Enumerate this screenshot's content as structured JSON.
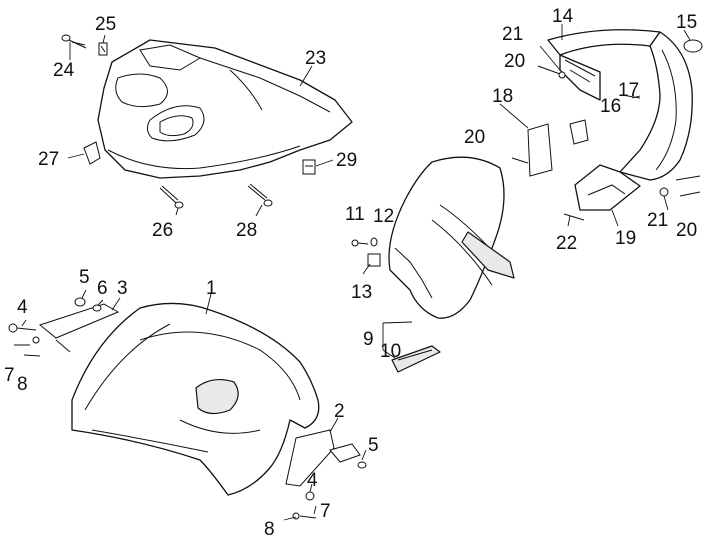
{
  "labels": {
    "n1": "1",
    "n2": "2",
    "n3": "3",
    "n4a": "4",
    "n4b": "4",
    "n5a": "5",
    "n5b": "5",
    "n6": "6",
    "n7a": "7",
    "n7b": "7",
    "n8a": "8",
    "n8b": "8",
    "n9": "9",
    "n10": "10",
    "n11": "11",
    "n12": "12",
    "n13": "13",
    "n14": "14",
    "n15": "15",
    "n16": "16",
    "n17": "17",
    "n18": "18",
    "n19": "19",
    "n20a": "20",
    "n20b": "20",
    "n20c": "20",
    "n21a": "21",
    "n21b": "21",
    "n22": "22",
    "n23": "23",
    "n24": "24",
    "n25": "25",
    "n26": "26",
    "n27": "27",
    "n28": "28",
    "n29": "29"
  }
}
